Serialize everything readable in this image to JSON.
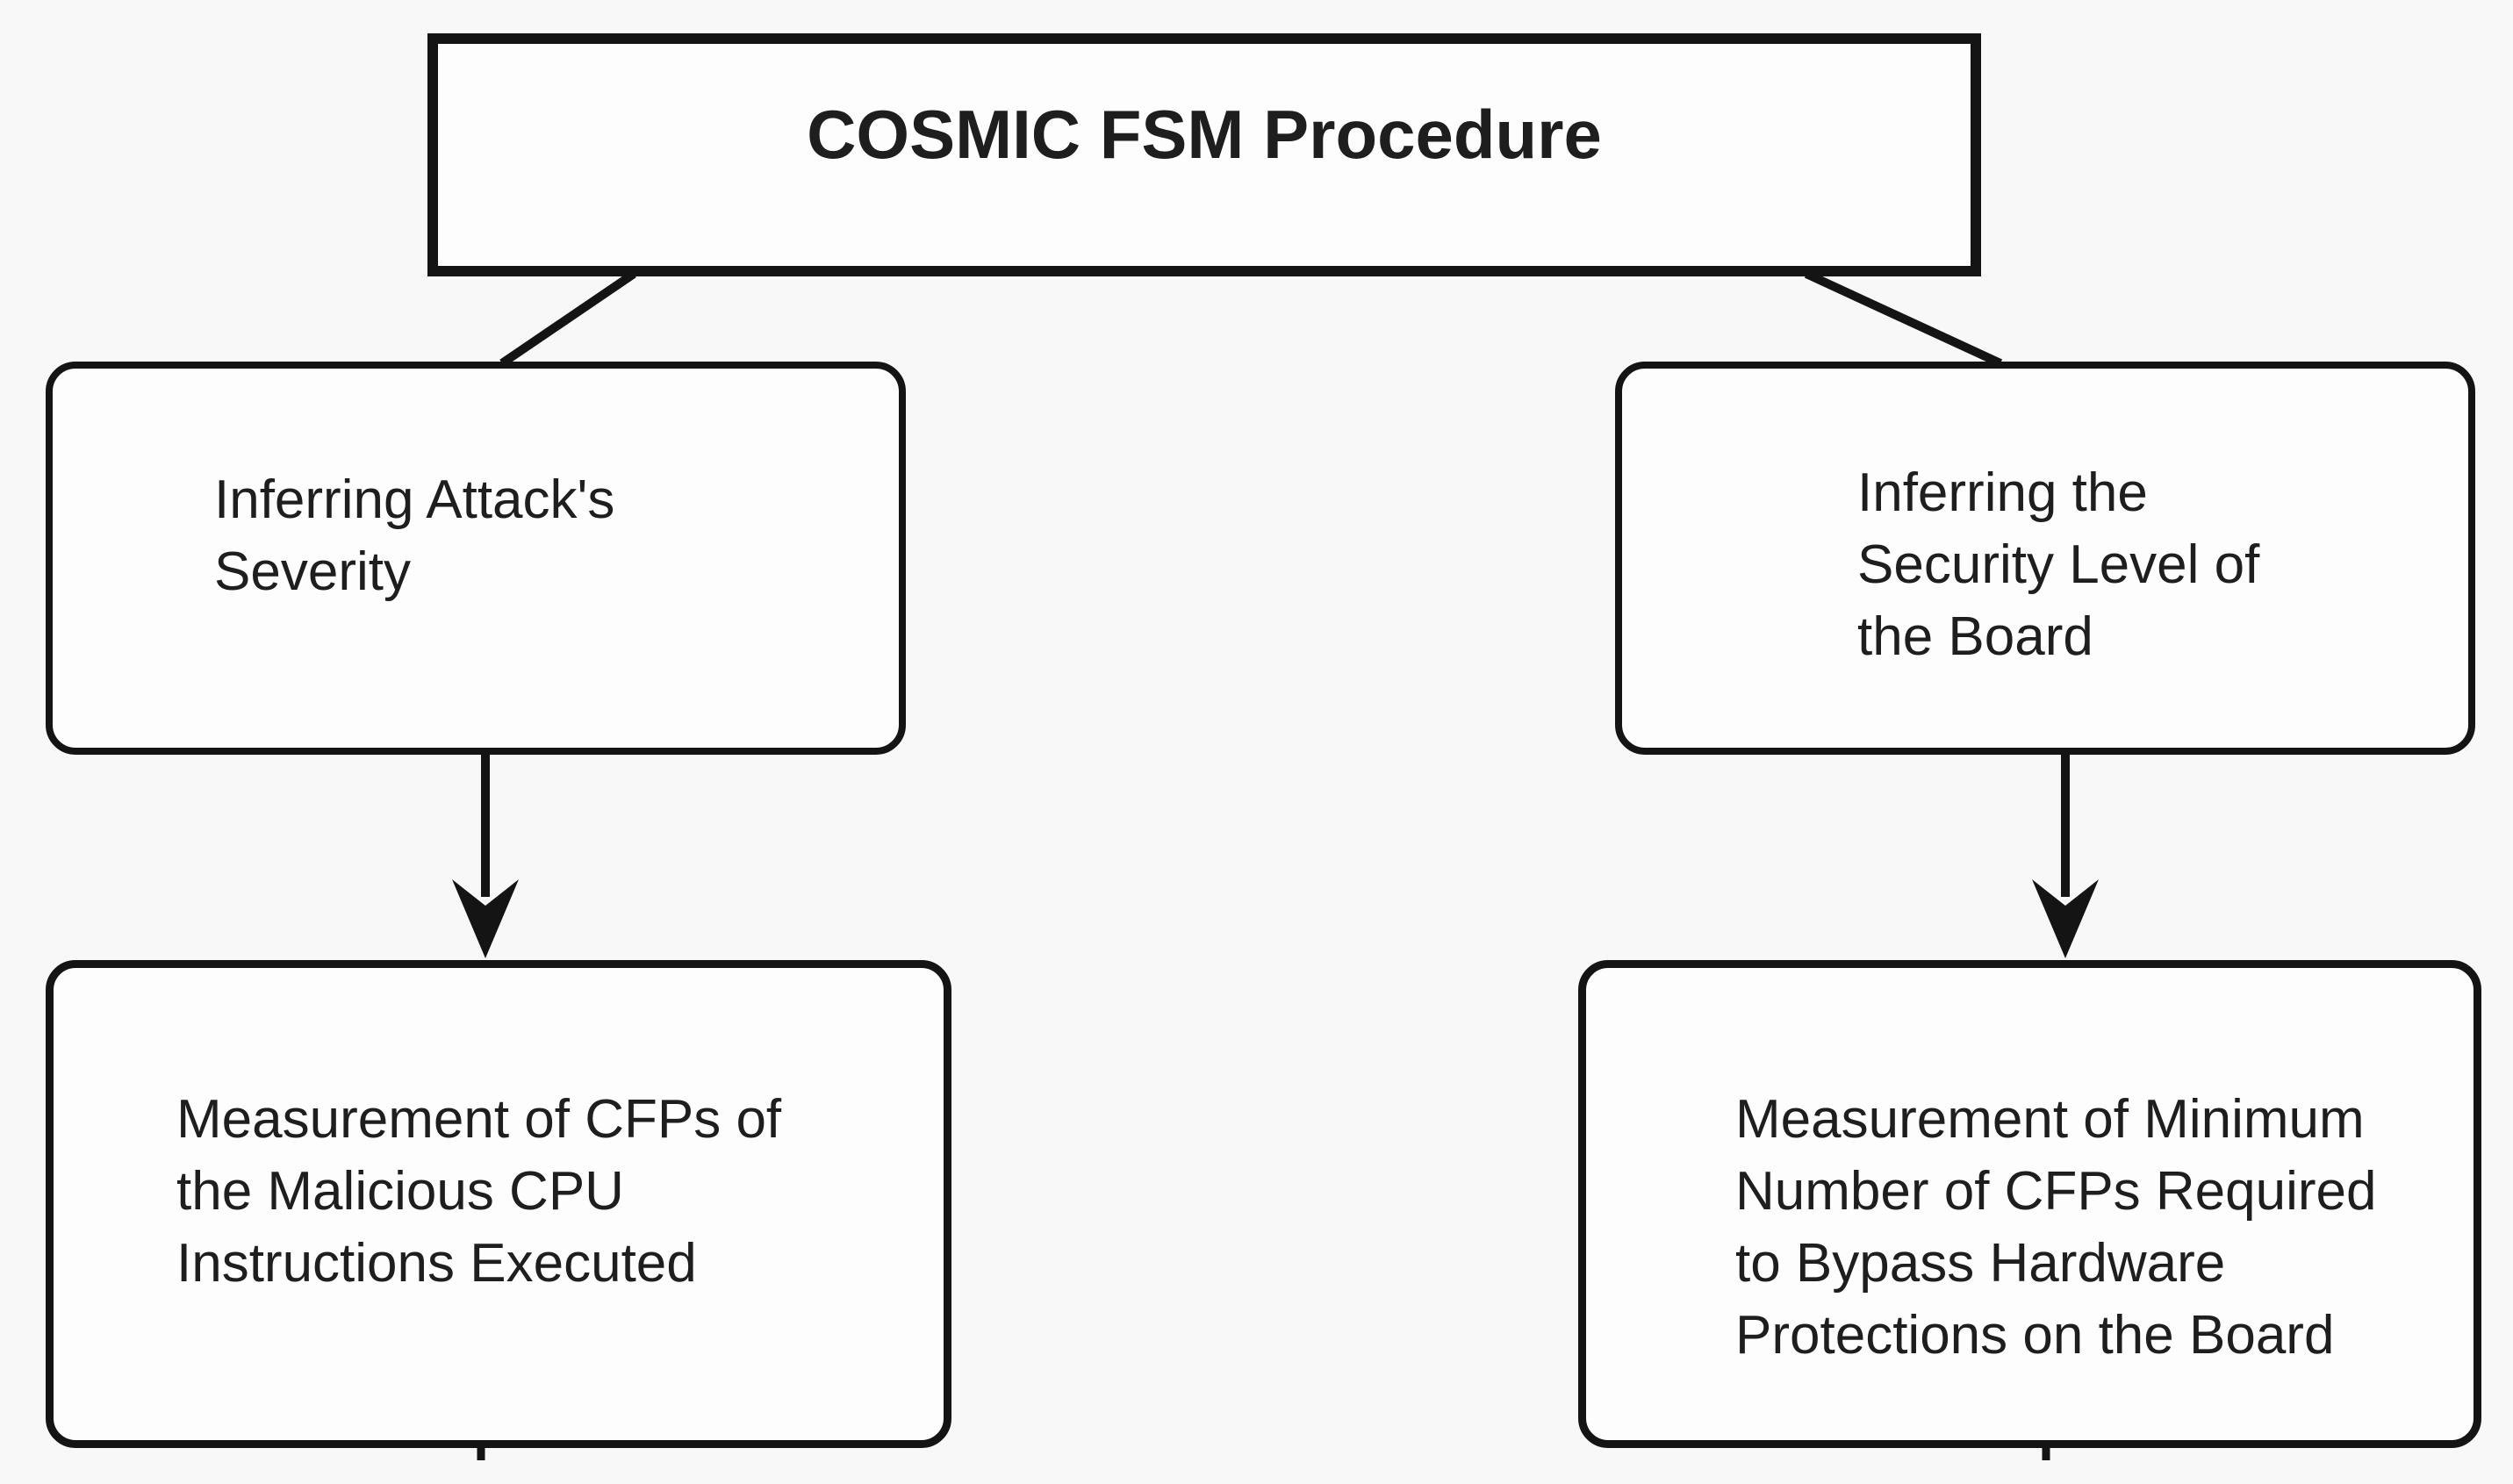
{
  "diagram": {
    "title": "COSMIC FSM Procedure",
    "nodes": {
      "root": {
        "label": "COSMIC FSM Procedure"
      },
      "left_branch": {
        "lines": [
          "Inferring Attack's",
          "Severity"
        ]
      },
      "right_branch": {
        "lines": [
          "Inferring the",
          "Security Level of",
          "the Board"
        ]
      },
      "left_leaf": {
        "lines": [
          "Measurement of CFPs of",
          "the Malicious CPU",
          "Instructions Executed"
        ]
      },
      "right_leaf": {
        "lines": [
          "Measurement of Minimum",
          "Number of CFPs Required",
          "to Bypass Hardware",
          "Protections on the Board"
        ]
      }
    },
    "colors": {
      "background": "#f8f8f8",
      "node_fill": "#fdfdfd",
      "line": "#141414",
      "text": "#1e1e1e"
    }
  }
}
